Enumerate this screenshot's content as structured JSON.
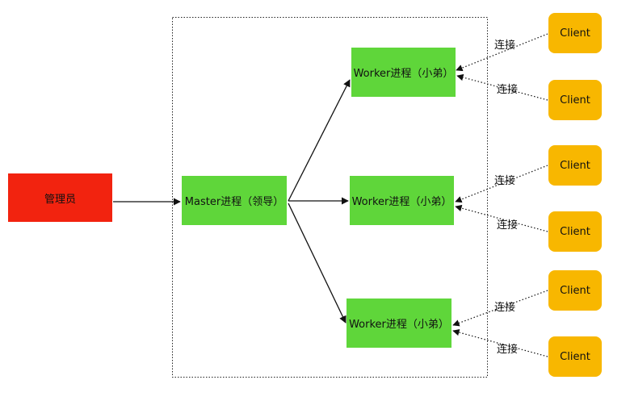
{
  "admin": {
    "label": "管理员",
    "color": "#f2230f"
  },
  "master": {
    "label": "Master进程（领导）",
    "color": "#5fd63a"
  },
  "workers": [
    {
      "label": "Worker进程（小弟）"
    },
    {
      "label": "Worker进程（小弟）"
    },
    {
      "label": "Worker进程（小弟）"
    }
  ],
  "clients": [
    {
      "label": "Client"
    },
    {
      "label": "Client"
    },
    {
      "label": "Client"
    },
    {
      "label": "Client"
    },
    {
      "label": "Client"
    },
    {
      "label": "Client"
    }
  ],
  "connection_labels": [
    "连接",
    "连接",
    "连接",
    "连接",
    "连接",
    "连接"
  ],
  "colors": {
    "worker": "#5fd63a",
    "client": "#f8b700",
    "line": "#111111"
  }
}
